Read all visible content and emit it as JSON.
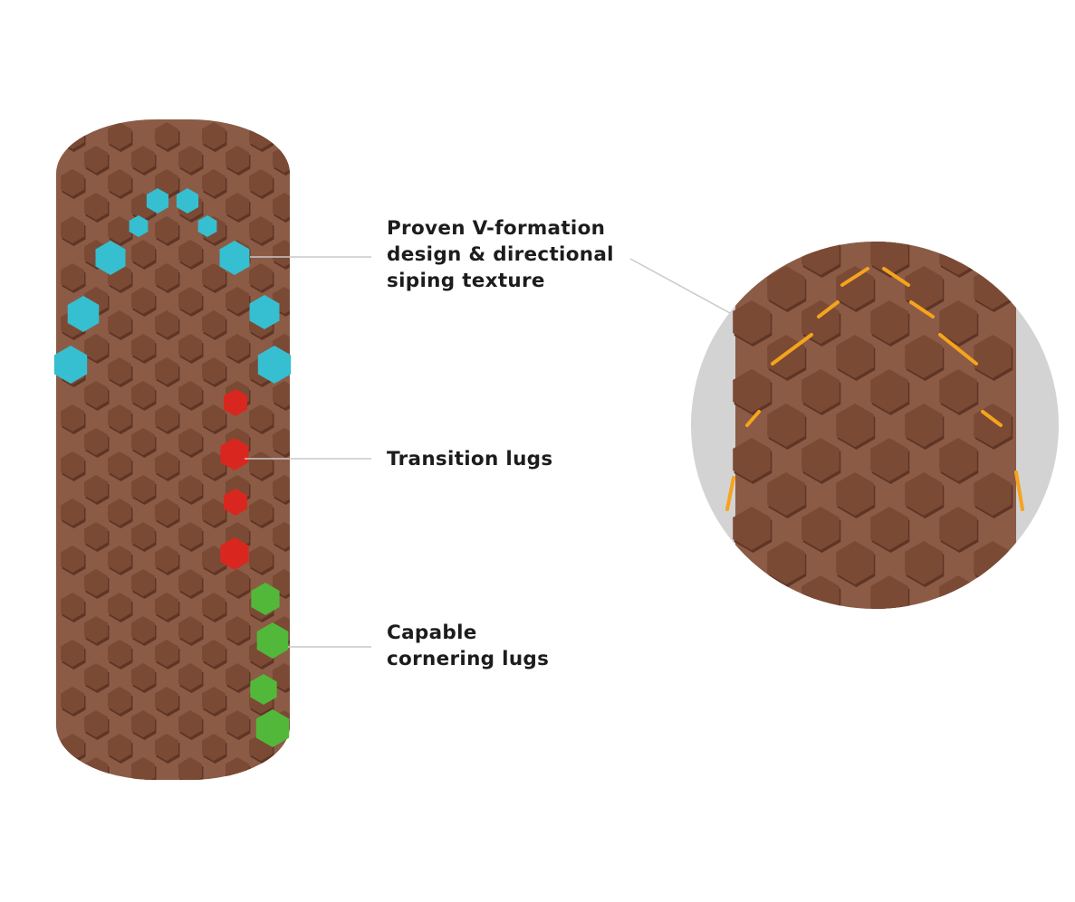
{
  "callouts": [
    {
      "lines": [
        "Proven V-formation",
        "design & directional",
        "siping texture"
      ],
      "color": "#35bfd0"
    },
    {
      "lines": [
        "Transition lugs"
      ],
      "color": "#d9271f"
    },
    {
      "lines": [
        "Capable",
        "cornering lugs"
      ],
      "color": "#52b83a"
    }
  ],
  "colors": {
    "tire": "#8c5b45",
    "lug": "#7b4a35",
    "lug_dark": "#5e3526",
    "siping": "#f5a41c",
    "zoom_bg": "#d3d3d3",
    "leader": "#c8c8c8"
  }
}
